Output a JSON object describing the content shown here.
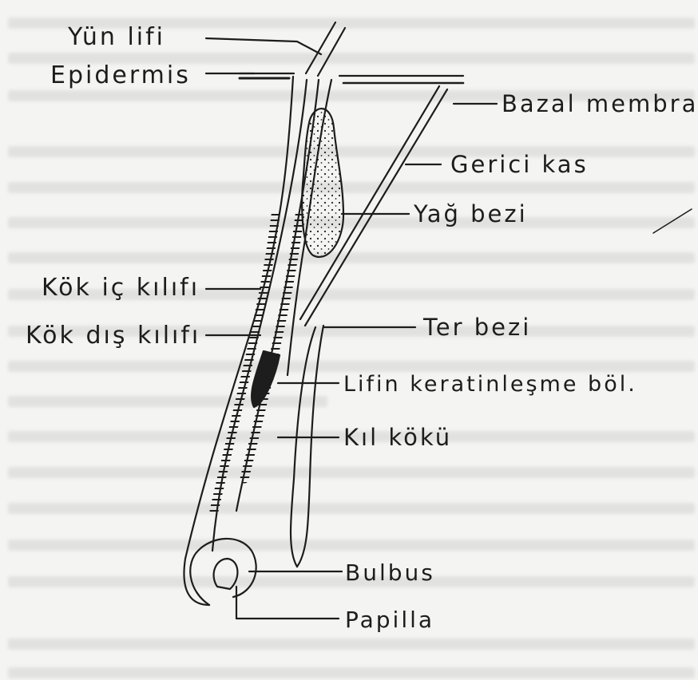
{
  "labels": {
    "yun_lifi": "Yün lifi",
    "epidermis": "Epidermis",
    "bazal_membran": "Bazal membran",
    "gerici_kas": "Gerici kas",
    "yag_bezi": "Yağ bezi",
    "kok_ic_kilifi": "Kök iç kılıfı",
    "kok_dis_kilifi": "Kök dış kılıfı",
    "ter_bezi": "Ter bezi",
    "lifin_keratinlesme": "Lifin keratinleşme böl.",
    "kil_koku": "Kıl kökü",
    "bulbus": "Bulbus",
    "papilla": "Papilla"
  },
  "colors": {
    "ink": "#1d1d1d",
    "paper": "#f4f4f2"
  }
}
